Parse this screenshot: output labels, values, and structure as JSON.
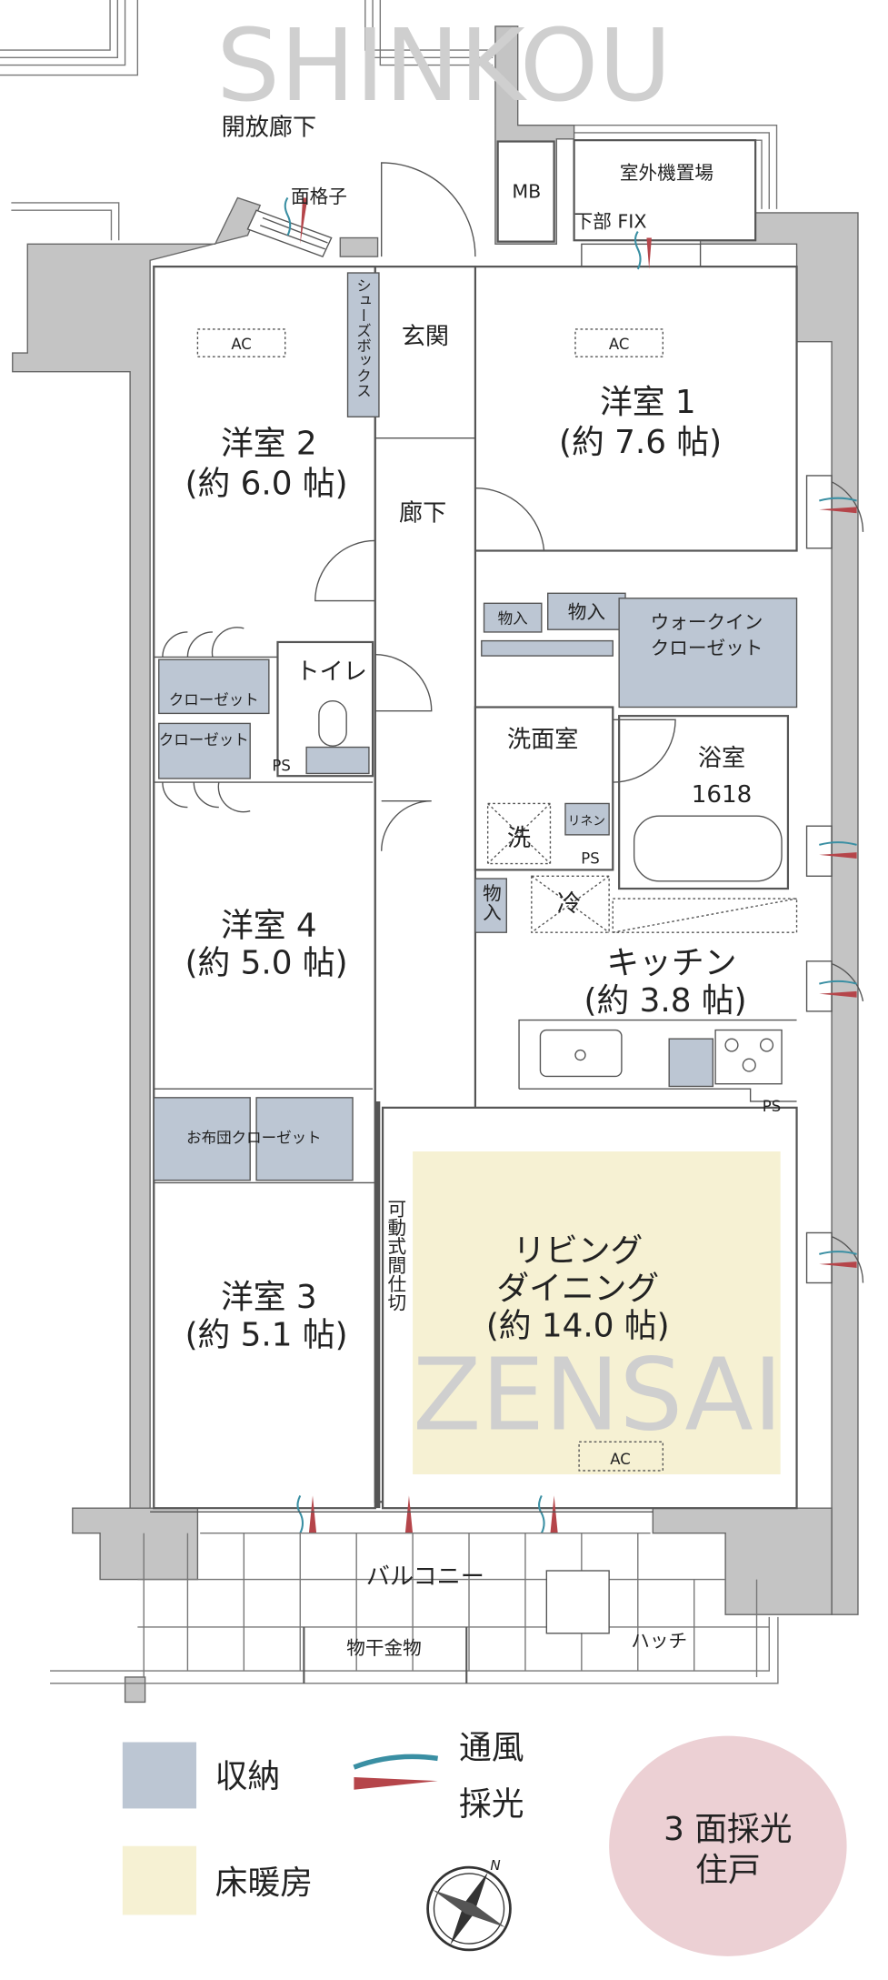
{
  "labels": {
    "open_corridor": "開放廊下",
    "lattice": "面格子",
    "mb": "MB",
    "outdoor_unit": "室外機置場",
    "lower_fix": "下部 FIX",
    "entrance": "玄関",
    "shoe_box": "シューズボックス",
    "hallway": "廊下",
    "toilet": "トイレ",
    "closet": "クローゼット",
    "ps": "PS",
    "storage": "物入",
    "walk_in_closet_1": "ウォークイン",
    "walk_in_closet_2": "クローゼット",
    "washroom": "洗面室",
    "washer": "洗",
    "linen": "リネン",
    "bath": "浴室",
    "bath_size": "1618",
    "fridge": "冷",
    "futon_closet": "お布団クローゼット",
    "movable_partition": "可動式間仕切",
    "balcony": "バルコニー",
    "laundry_hardware": "物干金物",
    "hatch": "ハッチ",
    "ac": "AC",
    "watermark_1": "SHINKOU",
    "watermark_2": "ZENSAI"
  },
  "rooms": {
    "western_1": {
      "name": "洋室 1",
      "size": "(約 7.6 帖)"
    },
    "western_2": {
      "name": "洋室 2",
      "size": "(約 6.0 帖)"
    },
    "western_3": {
      "name": "洋室 3",
      "size": "(約 5.1 帖)"
    },
    "western_4": {
      "name": "洋室 4",
      "size": "(約 5.0 帖)"
    },
    "kitchen": {
      "name": "キッチン",
      "size": "(約 3.8 帖)"
    },
    "living": {
      "name_1": "リビング",
      "name_2": "ダイニング",
      "size": "(約 14.0 帖)"
    }
  },
  "legend": {
    "storage": "収納",
    "floor_heating": "床暖房",
    "ventilation": "通風",
    "daylight": "採光",
    "badge_1": "3 面採光",
    "badge_2": "住戸",
    "compass_north": "N"
  },
  "colors": {
    "storage": "#bcc6d3",
    "floor_heating": "#f6f1d3",
    "ventilation": "#3a8fa3",
    "daylight": "#b5454a",
    "badge": "#ecd0d4",
    "wall": "#c4c4c4"
  }
}
